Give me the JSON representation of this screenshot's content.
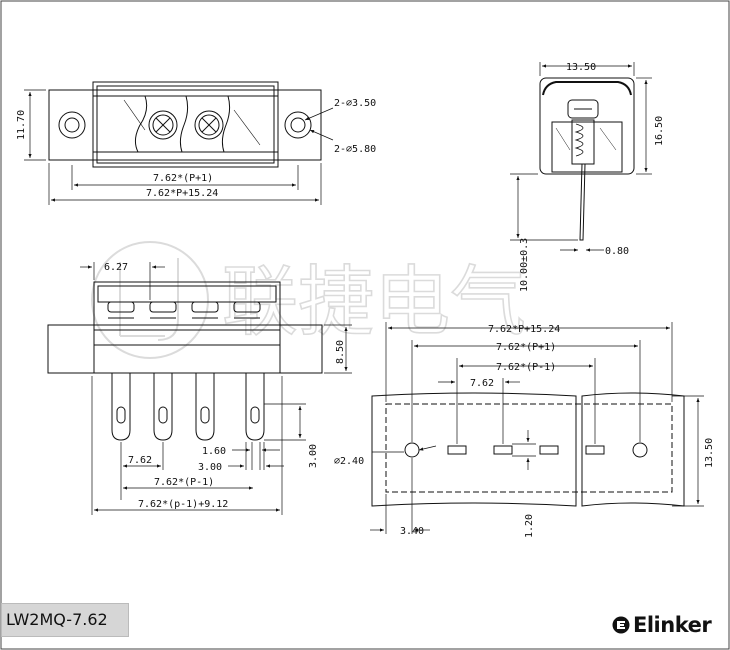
{
  "part_number": "LW2MQ-7.62",
  "brand": {
    "name": "Elinker",
    "icon": "elinker-logo-icon"
  },
  "watermark": {
    "text": "联捷电气",
    "icon": "lj-circle-logo-icon"
  },
  "colors": {
    "line": "#111111",
    "label_bg": "#d6d6d6",
    "watermark": "#d8d8d8"
  },
  "dimensions": {
    "top_view": {
      "height": "11.70",
      "hole_small": "2-⌀3.50",
      "hole_large": "2-⌀5.80",
      "pitch_plus_one": "7.62*(P+1)",
      "overall": "7.62*P+15.24"
    },
    "side_view": {
      "width": "13.50",
      "height": "16.50",
      "pin_length": "10.00±0.3",
      "pin_thickness": "0.80"
    },
    "front_view": {
      "flange": "6.27",
      "height": "8.50",
      "pin_width": "1.60",
      "pin_slot": "3.00",
      "pin_slot_len": "3.00",
      "pitch": "7.62",
      "pitch_minus_one": "7.62*(P-1)",
      "overall": "7.62*(p-1)+9.12"
    },
    "pcb_layout": {
      "overall": "7.62*P+15.24",
      "pitch_plus_one": "7.62*(P+1)",
      "pitch_minus_one": "7.62*(P-1)",
      "pitch": "7.62",
      "hole_dia": "⌀2.40",
      "height": "13.50",
      "edge_offset": "3.40",
      "slot_width": "1.20"
    }
  }
}
